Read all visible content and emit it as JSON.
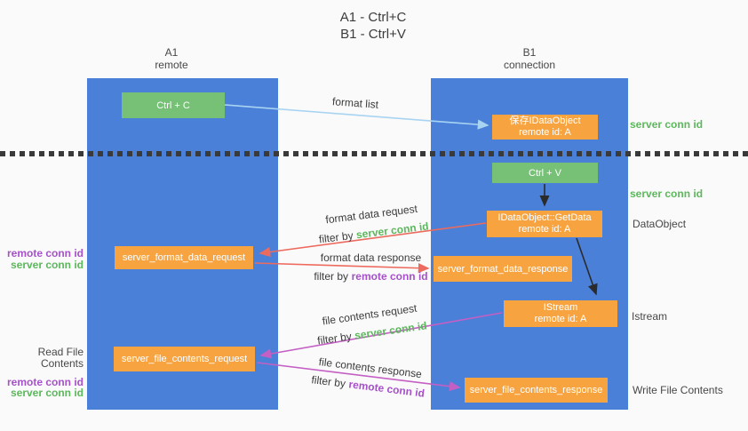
{
  "title": {
    "line1": "A1 - Ctrl+C",
    "line2": "B1 - Ctrl+V"
  },
  "columns": {
    "a1": {
      "name": "A1",
      "subtitle": "remote"
    },
    "b1": {
      "name": "B1",
      "subtitle": "connection"
    }
  },
  "boxes": {
    "ctrl_c": "Ctrl + C",
    "ctrl_v": "Ctrl + V",
    "save_idataobject": {
      "line1": "保存IDataObject",
      "line2": "remote id: A"
    },
    "getdata": {
      "line1": "IDataObject::GetData",
      "line2": "remote id: A"
    },
    "istream": {
      "line1": "IStream",
      "line2": "remote id: A"
    },
    "format_request": "server_format_data_request",
    "format_response": "server_format_data_response",
    "file_request": "server_file_contents_request",
    "file_response": "server_file_contents_response"
  },
  "side_labels": {
    "server_conn_id": "server conn id",
    "remote_conn_id": "remote conn id",
    "dataobject": "DataObject",
    "istream": "Istream",
    "read_file_contents": "Read File Contents",
    "write_file_contents": "Write File Contents"
  },
  "arrow_labels": {
    "format_list": "format list",
    "format_data_request": "format data request",
    "format_data_response": "format data response",
    "file_contents_request": "file contents request",
    "file_contents_response": "file contents response",
    "filter_by_prefix": "filter by",
    "server_conn_id": "server conn id",
    "remote_conn_id": "remote conn id"
  },
  "colors": {
    "bg": "#fafafa",
    "column_blue": "#4a80d8",
    "box_green": "#76c176",
    "box_orange": "#f7a440",
    "green_text": "#5cb85c",
    "purple_text": "#a651c9",
    "red_arrow": "#ed6a5e",
    "magenta_arrow": "#c45fc4",
    "light_blue_arrow": "#a8d4f2",
    "black_arrow": "#2b2b2b"
  }
}
